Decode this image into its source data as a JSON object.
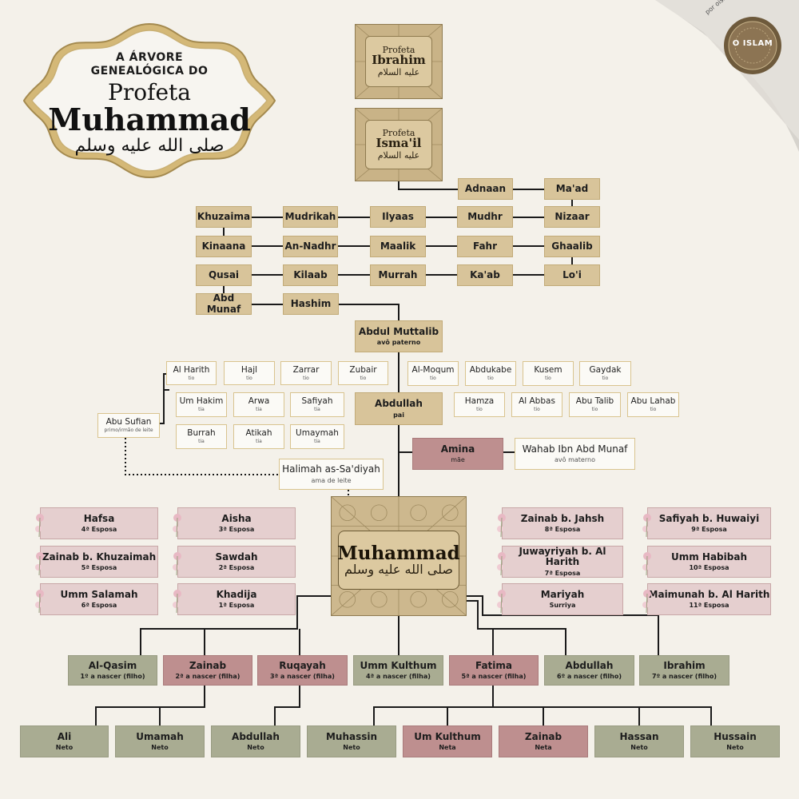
{
  "title": {
    "line1": "A ÁRVORE",
    "line2": "GENEALÓGICA DO",
    "line3": "Profeta",
    "line4": "Muhammad",
    "calligraphy": "صلى الله عليه وسلم"
  },
  "logo": {
    "by": "por oislam.org",
    "brand": "O ISLAM"
  },
  "prophets": [
    {
      "id": "ibrahim",
      "label": "Profeta",
      "name": "Ibrahim",
      "arabic": "عليه السلام"
    },
    {
      "id": "ismail",
      "label": "Profeta",
      "name": "Isma'il",
      "arabic": "عليه السلام"
    }
  ],
  "ancestors": [
    {
      "name": "Adnaan"
    },
    {
      "name": "Ma'ad"
    },
    {
      "name": "Khuzaima"
    },
    {
      "name": "Mudrikah"
    },
    {
      "name": "Ilyaas"
    },
    {
      "name": "Mudhr"
    },
    {
      "name": "Nizaar"
    },
    {
      "name": "Kinaana"
    },
    {
      "name": "An-Nadhr"
    },
    {
      "name": "Maalik"
    },
    {
      "name": "Fahr"
    },
    {
      "name": "Ghaalib"
    },
    {
      "name": "Qusai"
    },
    {
      "name": "Kilaab"
    },
    {
      "name": "Murrah"
    },
    {
      "name": "Ka'ab"
    },
    {
      "name": "Lo'i"
    },
    {
      "name": "Abd Munaf"
    },
    {
      "name": "Hashim"
    }
  ],
  "grandfather": {
    "name": "Abdul Muttalib",
    "role": "avô paterno"
  },
  "father": {
    "name": "Abdullah",
    "role": "pai"
  },
  "mother": {
    "name": "Amina",
    "role": "mãe"
  },
  "maternal_grandfather": {
    "name": "Wahab Ibn Abd Munaf",
    "role": "avô materno"
  },
  "wet_nurse": {
    "name": "Halimah as-Sa'diyah",
    "role": "ama de leite"
  },
  "abu_sufian": {
    "name": "Abu Sufian",
    "role": "primo/irmão de leite"
  },
  "relatives": [
    {
      "name": "Al Harith",
      "role": "tio"
    },
    {
      "name": "Hajl",
      "role": "tio"
    },
    {
      "name": "Zarrar",
      "role": "tio"
    },
    {
      "name": "Zubair",
      "role": "tio"
    },
    {
      "name": "Um Hakim",
      "role": "tia"
    },
    {
      "name": "Arwa",
      "role": "tia"
    },
    {
      "name": "Safiyah",
      "role": "tia"
    },
    {
      "name": "Burrah",
      "role": "tia"
    },
    {
      "name": "Atikah",
      "role": "tia"
    },
    {
      "name": "Umaymah",
      "role": "tia"
    },
    {
      "name": "Al-Moqum",
      "role": "tio"
    },
    {
      "name": "Abdukabe",
      "role": "tio"
    },
    {
      "name": "Kusem",
      "role": "tio"
    },
    {
      "name": "Gaydak",
      "role": "tio"
    },
    {
      "name": "Hamza",
      "role": "tio"
    },
    {
      "name": "Al Abbas",
      "role": "tio"
    },
    {
      "name": "Abu Talib",
      "role": "tio"
    },
    {
      "name": "Abu Lahab",
      "role": "tio"
    }
  ],
  "center": {
    "name": "Muhammad",
    "calligraphy": "صلى الله عليه وسلم"
  },
  "wives": [
    {
      "name": "Hafsa",
      "order": "4ª Esposa"
    },
    {
      "name": "Aisha",
      "order": "3ª Esposa"
    },
    {
      "name": "Zainab b. Khuzaimah",
      "order": "5ª Esposa"
    },
    {
      "name": "Sawdah",
      "order": "2ª Esposa"
    },
    {
      "name": "Umm Salamah",
      "order": "6ª Esposa"
    },
    {
      "name": "Khadija",
      "order": "1ª Esposa"
    },
    {
      "name": "Zainab b. Jahsh",
      "order": "8ª Esposa"
    },
    {
      "name": "Safiyah b. Huwaiyi",
      "order": "9ª Esposa"
    },
    {
      "name": "Juwayriyah b. Al Harith",
      "order": "7ª Esposa"
    },
    {
      "name": "Umm Habibah",
      "order": "10ª Esposa"
    },
    {
      "name": "Mariyah",
      "order": "Surriya"
    },
    {
      "name": "Maimunah b. Al Harith",
      "order": "11ª Esposa"
    }
  ],
  "children": [
    {
      "name": "Al-Qasim",
      "order": "1º a nascer (filho)"
    },
    {
      "name": "Zainab",
      "order": "2ª a nascer (filha)"
    },
    {
      "name": "Ruqayah",
      "order": "3ª a nascer (filha)"
    },
    {
      "name": "Umm Kulthum",
      "order": "4ª a nascer (filha)"
    },
    {
      "name": "Fatima",
      "order": "5ª a nascer (filha)"
    },
    {
      "name": "Abdullah",
      "order": "6º a nascer (filho)"
    },
    {
      "name": "Ibrahim",
      "order": "7º a nascer (filho)"
    }
  ],
  "grandchildren": [
    {
      "name": "Ali",
      "role": "Neto"
    },
    {
      "name": "Umamah",
      "role": "Neto"
    },
    {
      "name": "Abdullah",
      "role": "Neto"
    },
    {
      "name": "Muhassin",
      "role": "Neto"
    },
    {
      "name": "Um Kulthum",
      "role": "Neta"
    },
    {
      "name": "Zainab",
      "role": "Neta"
    },
    {
      "name": "Hassan",
      "role": "Neto"
    },
    {
      "name": "Hussain",
      "role": "Neto"
    }
  ],
  "colors": {
    "background": "#f4f1ea",
    "gold": "#d8c49a",
    "rose": "#be8f8f",
    "pink": "#e5cfcf",
    "sage": "#a9ac92",
    "line": "#1a1a1a"
  }
}
